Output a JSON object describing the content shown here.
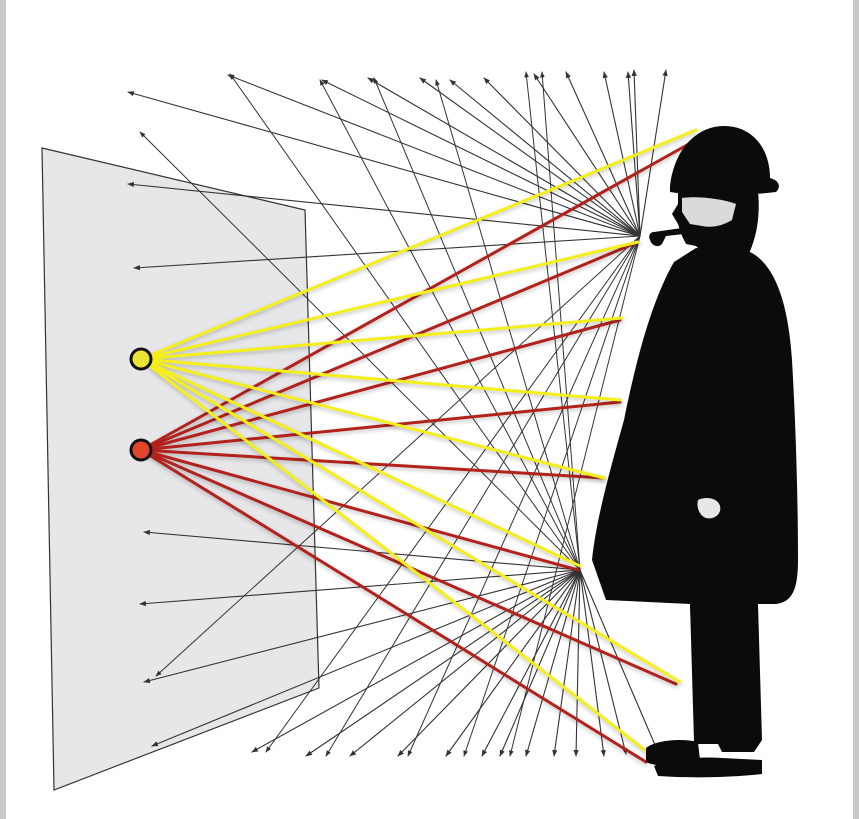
{
  "figure": {
    "colors": {
      "background": "#ffffff",
      "frame": "#c9c9c9",
      "screen_fill": "#e7e7ea",
      "screen_edge": "#333333",
      "scatter_ray": "#333333",
      "yellow_ray": "#f4ee1a",
      "red_ray": "#b1221c",
      "yellow_point": "#e8e233",
      "red_point": "#e2452c",
      "silhouette": "#0b0b0b"
    },
    "elements": {
      "screen": "translucent-screen",
      "source_yellow": "yellow-light-point",
      "source_red": "red-light-point",
      "observer": "man-with-bowler-hat-and-pipe"
    }
  }
}
